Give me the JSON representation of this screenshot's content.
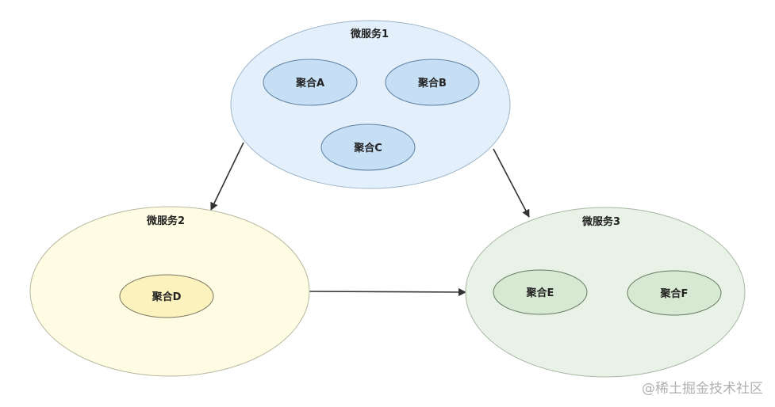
{
  "diagram": {
    "microservices": [
      {
        "id": "ms1",
        "title": "微服务1",
        "fill": "#e3f0fb",
        "stroke": "#9db4c8",
        "aggregates": [
          {
            "label": "聚合A",
            "fill": "#c7dff5",
            "stroke": "#5b7fa0"
          },
          {
            "label": "聚合B",
            "fill": "#c7dff5",
            "stroke": "#5b7fa0"
          },
          {
            "label": "聚合C",
            "fill": "#c7dff5",
            "stroke": "#5b7fa0"
          }
        ]
      },
      {
        "id": "ms2",
        "title": "微服务2",
        "fill": "#fefde4",
        "stroke": "#b7b7a0",
        "aggregates": [
          {
            "label": "聚合D",
            "fill": "#fcf2bd",
            "stroke": "#7a7560"
          }
        ]
      },
      {
        "id": "ms3",
        "title": "微服务3",
        "fill": "#e9f2e6",
        "stroke": "#a7b8a3",
        "aggregates": [
          {
            "label": "聚合E",
            "fill": "#d7e9d2",
            "stroke": "#647a60"
          },
          {
            "label": "聚合F",
            "fill": "#d7e9d2",
            "stroke": "#647a60"
          }
        ]
      }
    ],
    "edges": [
      {
        "from": "ms1",
        "to": "ms2"
      },
      {
        "from": "ms1",
        "to": "ms3"
      },
      {
        "from": "ms2",
        "to": "ms3"
      }
    ],
    "arrow_color": "#333333"
  },
  "watermark": "@稀土掘金技术社区"
}
